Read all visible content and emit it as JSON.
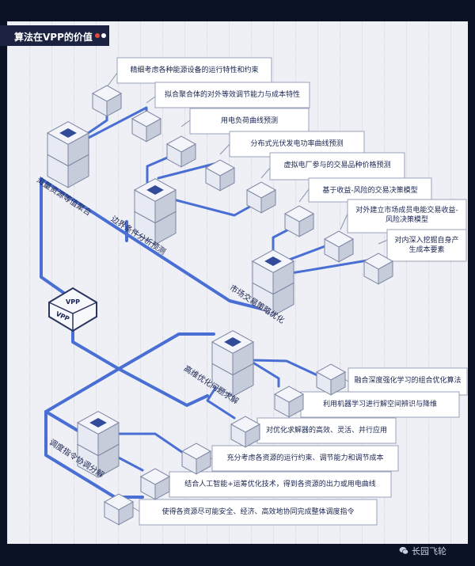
{
  "header": {
    "title": "算法在VPP的价值"
  },
  "colors": {
    "line": "#4a6fd4",
    "cube_face": "#e7eaf3",
    "cube_side": "#c7ccdb",
    "cube_top": "#f4f5fa",
    "cube_accent": "#324b9b",
    "dot_red": "#e34b40",
    "dot_white": "#ffffff"
  },
  "center": {
    "label_top": "VPP",
    "label_bottom": "VPP"
  },
  "categories": [
    {
      "name": "海量资源等值聚合"
    },
    {
      "name": "边界条件分析预测"
    },
    {
      "name": "市场交易策略优化"
    },
    {
      "name": "高维优化问题求解"
    },
    {
      "name": "调度指令协调分解"
    }
  ],
  "items": [
    {
      "text": "精细考虑各种能源设备的运行特性和约束"
    },
    {
      "text": "拟合聚合体的对外等效调节能力与成本特性"
    },
    {
      "text": "用电负荷曲线预测"
    },
    {
      "text": "分布式光伏发电功率曲线预测"
    },
    {
      "text": "虚拟电厂参与的交易品种价格预测"
    },
    {
      "text": "基于收益-风险的交易决策模型"
    },
    {
      "text": "对外建立市场成员电能交易收益-风险决策模型"
    },
    {
      "text": "对内深入挖掘自身产生成本要素"
    },
    {
      "text": "融合深度强化学习的组合优化算法"
    },
    {
      "text": "利用机器学习进行解空间辨识与降维"
    },
    {
      "text": "对优化求解器的高效、灵活、并行应用"
    },
    {
      "text": "充分考虑各资源的运行约束、调节能力和调节成本"
    },
    {
      "text": "结合人工智能+运筹优化技术，得到各资源的出力或用电曲线"
    },
    {
      "text": "使得各资源尽可能安全、经济、高效地协同完成整体调度指令"
    }
  ],
  "brand": {
    "name": "长园飞轮"
  }
}
